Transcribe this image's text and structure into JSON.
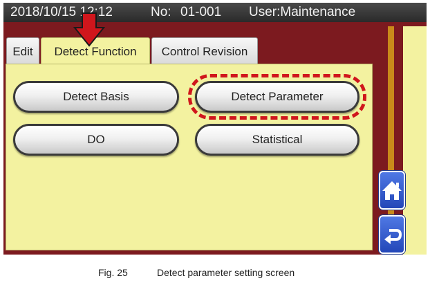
{
  "status": {
    "datetime": "2018/10/15 12:12",
    "number_label": "No:",
    "number_value": "01-001",
    "user_label": "User:Maintenance"
  },
  "tabs": [
    {
      "label": "Edit",
      "active": false
    },
    {
      "label": "Detect Function",
      "active": true
    },
    {
      "label": "Control Revision",
      "active": false
    }
  ],
  "buttons": {
    "detect_basis": "Detect Basis",
    "detect_parameter": "Detect Parameter",
    "do": "DO",
    "statistical": "Statistical"
  },
  "side_buttons": {
    "home_icon": "home-icon",
    "back_icon": "return-arrow-icon"
  },
  "annotations": {
    "highlight_color": "#d0161c",
    "arrow_color": "#d0161c",
    "highlighted_item": "Detect Parameter"
  },
  "caption": {
    "fig": "Fig. 25",
    "text": "Detect parameter setting screen"
  },
  "colors": {
    "frame": "#7c1a1f",
    "panel": "#f3f2a0",
    "side_button": "#2f56cc"
  }
}
